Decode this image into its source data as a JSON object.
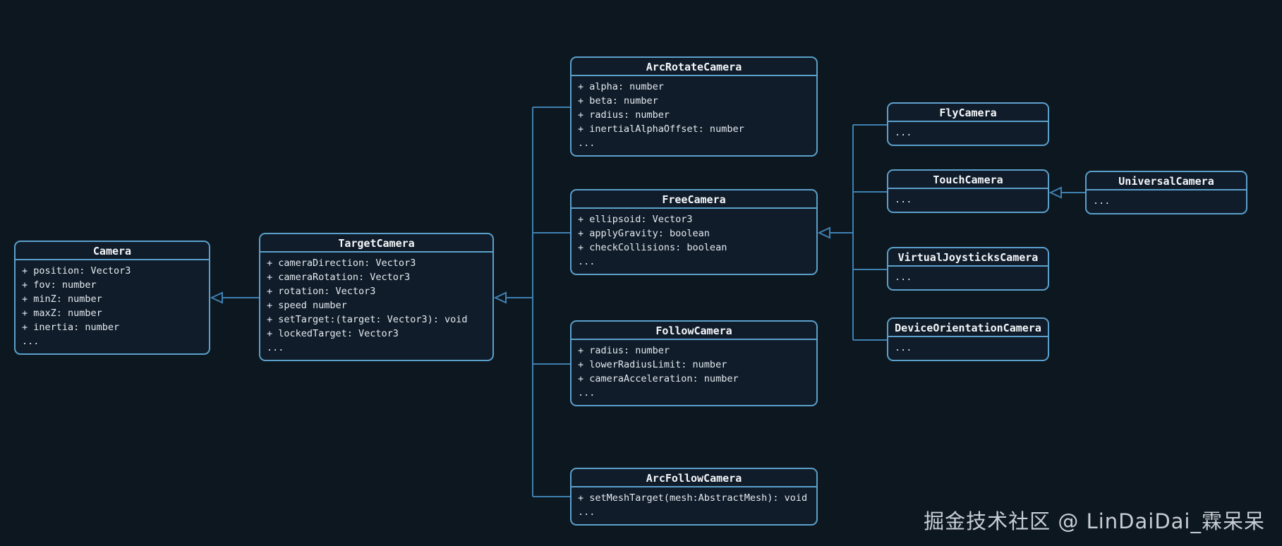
{
  "diagram": {
    "classes": [
      {
        "id": "camera",
        "title": "Camera",
        "members": [
          "+ position: Vector3",
          "+ fov: number",
          "+ minZ: number",
          "+ maxZ: number",
          "+ inertia: number",
          "..."
        ]
      },
      {
        "id": "target-camera",
        "title": "TargetCamera",
        "members": [
          "+ cameraDirection: Vector3",
          "+ cameraRotation: Vector3",
          "+ rotation: Vector3",
          "+ speed number",
          "+ setTarget:(target: Vector3): void",
          "+ lockedTarget: Vector3",
          "..."
        ]
      },
      {
        "id": "arc-rotate-camera",
        "title": "ArcRotateCamera",
        "members": [
          "+ alpha: number",
          "+ beta: number",
          "+ radius: number",
          "+ inertialAlphaOffset: number",
          "..."
        ]
      },
      {
        "id": "free-camera",
        "title": "FreeCamera",
        "members": [
          "+ ellipsoid: Vector3",
          "+ applyGravity: boolean",
          "+ checkCollisions: boolean",
          "..."
        ]
      },
      {
        "id": "follow-camera",
        "title": "FollowCamera",
        "members": [
          "+ radius: number",
          "+ lowerRadiusLimit: number",
          "+ cameraAcceleration: number",
          "..."
        ]
      },
      {
        "id": "arc-follow-camera",
        "title": "ArcFollowCamera",
        "members": [
          "+ setMeshTarget(mesh:AbstractMesh): void",
          "..."
        ]
      },
      {
        "id": "fly-camera",
        "title": "FlyCamera",
        "members": [
          "..."
        ]
      },
      {
        "id": "touch-camera",
        "title": "TouchCamera",
        "members": [
          "..."
        ]
      },
      {
        "id": "universal-camera",
        "title": "UniversalCamera",
        "members": [
          "..."
        ]
      },
      {
        "id": "virtual-joysticks-camera",
        "title": "VirtualJoysticksCamera",
        "members": [
          "..."
        ]
      },
      {
        "id": "device-orientation-camera",
        "title": "DeviceOrientationCamera",
        "members": [
          "..."
        ]
      }
    ],
    "relations": [
      {
        "from": "TargetCamera",
        "to": "Camera",
        "type": "inheritance"
      },
      {
        "from": "ArcRotateCamera",
        "to": "TargetCamera",
        "type": "inheritance"
      },
      {
        "from": "FreeCamera",
        "to": "TargetCamera",
        "type": "inheritance"
      },
      {
        "from": "FollowCamera",
        "to": "TargetCamera",
        "type": "inheritance"
      },
      {
        "from": "ArcFollowCamera",
        "to": "TargetCamera",
        "type": "inheritance"
      },
      {
        "from": "FlyCamera",
        "to": "FreeCamera",
        "type": "inheritance"
      },
      {
        "from": "TouchCamera",
        "to": "FreeCamera",
        "type": "inheritance"
      },
      {
        "from": "VirtualJoysticksCamera",
        "to": "FreeCamera",
        "type": "inheritance"
      },
      {
        "from": "DeviceOrientationCamera",
        "to": "FreeCamera",
        "type": "inheritance"
      },
      {
        "from": "UniversalCamera",
        "to": "TouchCamera",
        "type": "inheritance"
      }
    ]
  },
  "watermark": {
    "text": "掘金技术社区 @ LinDaiDai_霖呆呆"
  },
  "colors": {
    "background": "#0d1720",
    "box_background": "#111c2a",
    "box_border": "#5ba0cb",
    "connector": "#3e80b0",
    "title_text": "#f4f7fa",
    "member_text": "#e3eaf0",
    "watermark_text": "#c7cdd5"
  }
}
